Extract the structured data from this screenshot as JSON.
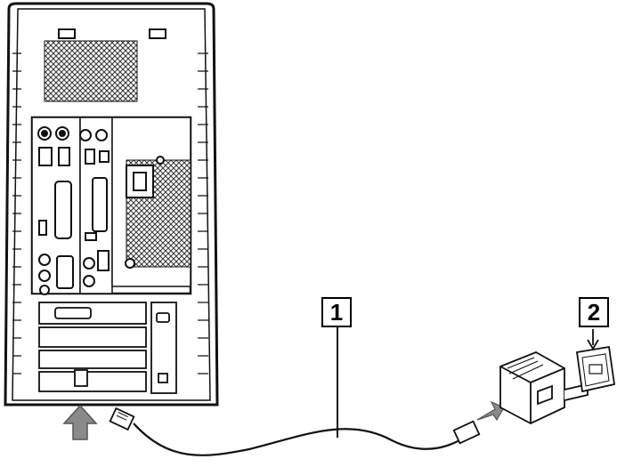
{
  "callouts": [
    {
      "label": "1",
      "target": "cable"
    },
    {
      "label": "2",
      "target": "wall-jack"
    }
  ],
  "colors": {
    "line": "#111111",
    "tower_fill": "#ffffff",
    "arrow_fill": "#8a8a8a",
    "grille": "#444444"
  },
  "icons": [
    "vent-grille-icon",
    "power-socket-icon",
    "arrow-up-icon",
    "arrow-right-icon",
    "arrow-down-icon",
    "rj11-plug-icon",
    "phone-jack-icon"
  ]
}
